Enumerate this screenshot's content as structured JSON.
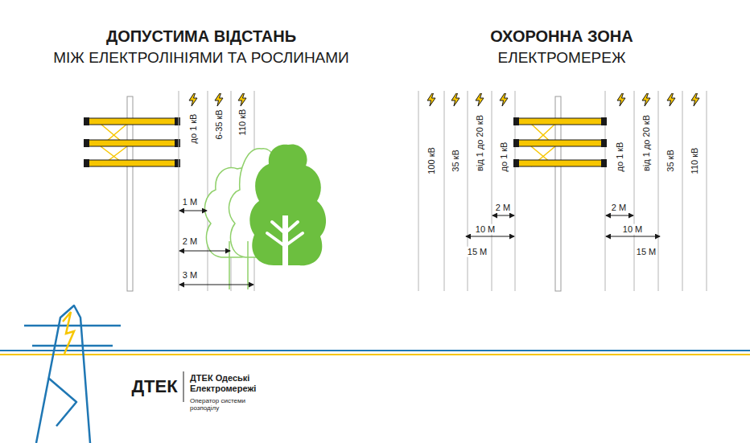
{
  "diagram": {
    "labels": [
      "ДОПУСТИМА ВІДСТАНЬ",
      "МІЖ ЕЛЕКТРОЛІНІЯМИ ТА РОСЛИНАМИ",
      "ОХОРОННА ЗОНА",
      "ЕЛЕКТРОМЕРЕЖ",
      "до 1 кВ",
      "6-35 кВ",
      "110 кВ",
      "1 М",
      "2 М",
      "3 М",
      "100 кВ",
      "35 кВ",
      "від 1 до 20 кВ",
      "до 1 кВ",
      "до 1 кВ",
      "від 1 до 20 кВ",
      "35 кВ",
      "110 кВ",
      "2 М",
      "10 М",
      "15 М",
      "2 М",
      "10 М",
      "15 М",
      "ДТЕК",
      "ДТЕК Одеські Електромережі",
      "Оператор системи розподілу"
    ]
  }
}
